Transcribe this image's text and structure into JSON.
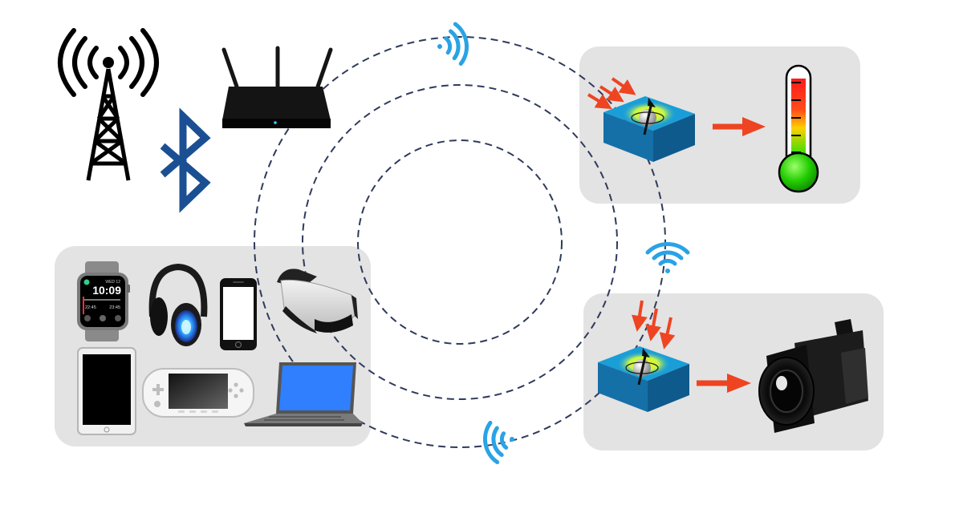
{
  "colors": {
    "panel": "#e3e3e3",
    "dashed_ring": "#2f3a5c",
    "wifi": "#29a3e6",
    "bluetooth": "#1b4f93",
    "red_arrow": "#ee4422",
    "cube_top": "#1a9ed8",
    "cube_glow": "#f4f000",
    "laptop_screen": "#2f7fff"
  },
  "icons": {
    "tower": "radio-tower-icon",
    "bluetooth": "bluetooth-icon",
    "router": "wifi-router-icon",
    "wifi": "wifi-signal-icon",
    "thermometer": "thermometer-icon",
    "camera": "video-camera-icon",
    "sensor": "spin-sensor-cube-icon",
    "devices": [
      "smartwatch-icon",
      "headphones-icon",
      "smartphone-icon",
      "vr-headset-icon",
      "tablet-icon",
      "handheld-console-icon",
      "laptop-icon"
    ]
  },
  "watch": {
    "time": "10:09",
    "date": "WED 12",
    "left_value": "22:45",
    "right_value": "23:45"
  }
}
